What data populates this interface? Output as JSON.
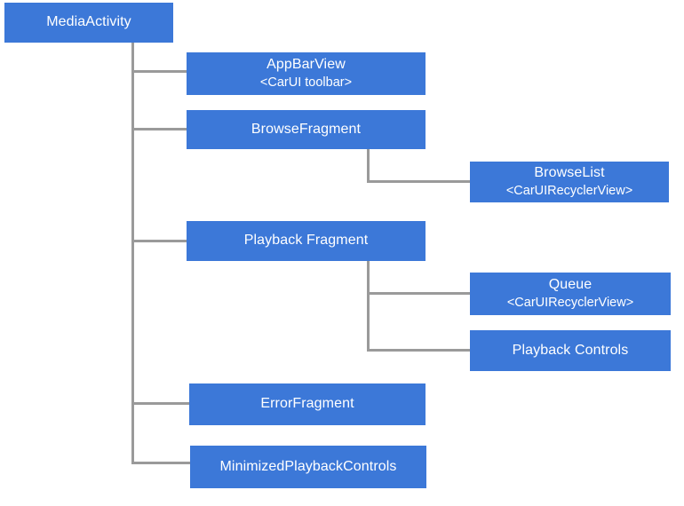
{
  "colors": {
    "node_fill": "#3c78d8",
    "node_text": "#ffffff",
    "connector": "#9a9a9a",
    "background": "#ffffff"
  },
  "nodes": {
    "media_activity": {
      "label": "MediaActivity"
    },
    "app_bar_view": {
      "label": "AppBarView",
      "sublabel": "<CarUI toolbar>"
    },
    "browse_fragment": {
      "label": "BrowseFragment"
    },
    "browse_list": {
      "label": "BrowseList",
      "sublabel": "<CarUIRecyclerView>"
    },
    "playback_fragment": {
      "label": "Playback Fragment"
    },
    "queue": {
      "label": "Queue",
      "sublabel": "<CarUIRecyclerView>"
    },
    "playback_controls": {
      "label": "Playback Controls"
    },
    "error_fragment": {
      "label": "ErrorFragment"
    },
    "minimized_playback_controls": {
      "label": "MinimizedPlaybackControls"
    }
  },
  "edges": [
    {
      "parent": "MediaActivity",
      "child": "AppBarView"
    },
    {
      "parent": "MediaActivity",
      "child": "BrowseFragment"
    },
    {
      "parent": "BrowseFragment",
      "child": "BrowseList"
    },
    {
      "parent": "MediaActivity",
      "child": "Playback Fragment"
    },
    {
      "parent": "Playback Fragment",
      "child": "Queue"
    },
    {
      "parent": "Playback Fragment",
      "child": "Playback Controls"
    },
    {
      "parent": "MediaActivity",
      "child": "ErrorFragment"
    },
    {
      "parent": "MediaActivity",
      "child": "MinimizedPlaybackControls"
    }
  ]
}
